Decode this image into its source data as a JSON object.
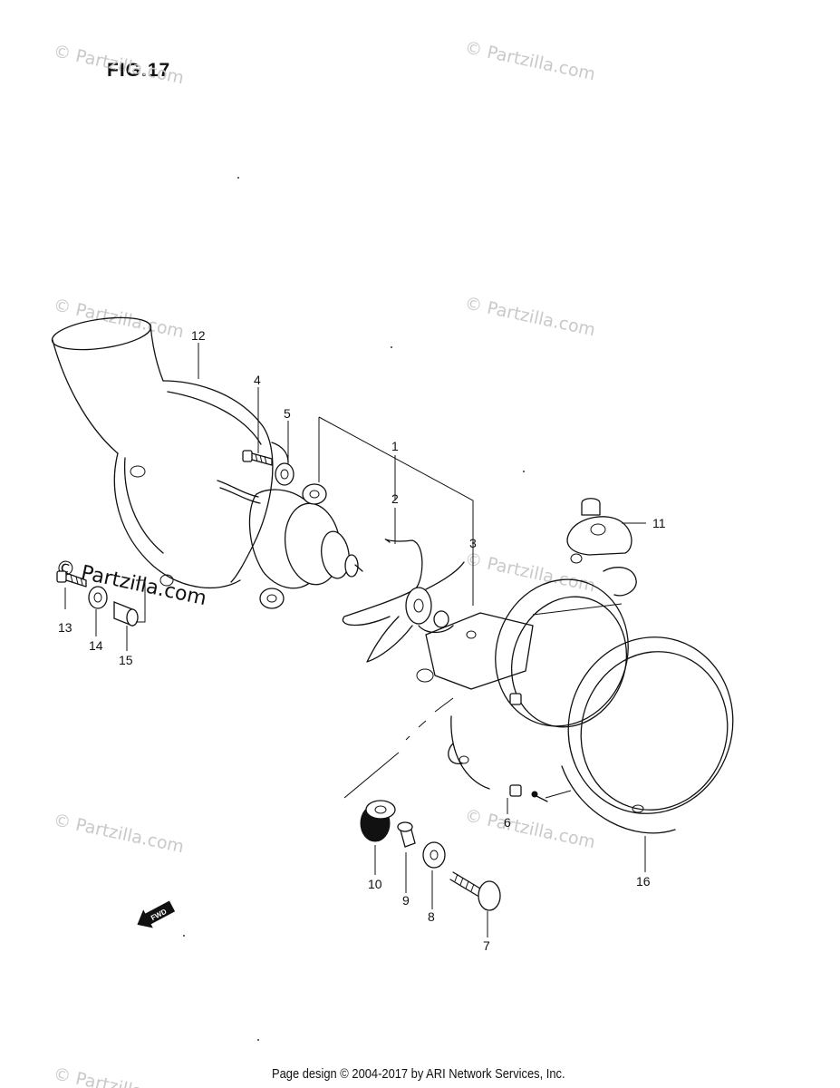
{
  "figure": {
    "title": "FIG.17"
  },
  "callouts": [
    {
      "id": "1",
      "label": "1"
    },
    {
      "id": "2",
      "label": "2"
    },
    {
      "id": "3",
      "label": "3"
    },
    {
      "id": "4",
      "label": "4"
    },
    {
      "id": "5",
      "label": "5"
    },
    {
      "id": "6",
      "label": "6"
    },
    {
      "id": "7",
      "label": "7"
    },
    {
      "id": "8",
      "label": "8"
    },
    {
      "id": "9",
      "label": "9"
    },
    {
      "id": "10",
      "label": "10"
    },
    {
      "id": "11",
      "label": "11"
    },
    {
      "id": "12",
      "label": "12"
    },
    {
      "id": "13",
      "label": "13"
    },
    {
      "id": "14",
      "label": "14"
    },
    {
      "id": "15",
      "label": "15"
    },
    {
      "id": "16",
      "label": "16"
    }
  ],
  "watermark": {
    "text": "© Partzilla.com"
  },
  "direction_arrow": {
    "label": "FWD"
  },
  "footer": {
    "text": "Page design © 2004-2017 by ARI Network Services, Inc."
  }
}
